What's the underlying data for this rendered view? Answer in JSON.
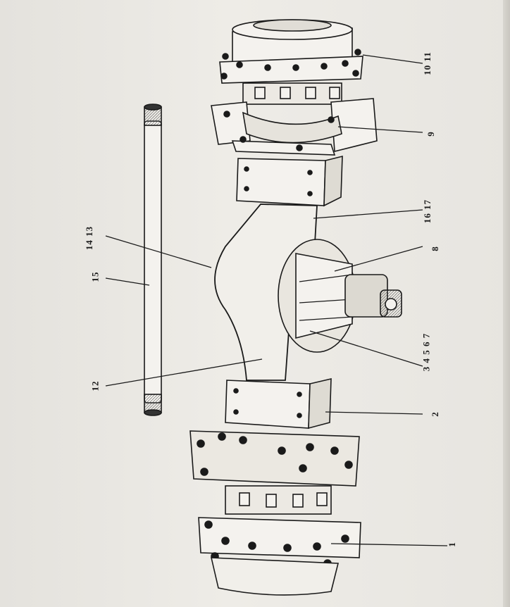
{
  "callouts": {
    "c1": "1",
    "c2": "2",
    "c3": "3 4 5 6 7",
    "c8": "8",
    "c9": "9",
    "c10": "10 11",
    "c12": "12",
    "c13": "14 13",
    "c15": "15",
    "c16": "16 17"
  },
  "colors": {
    "line": "#1a1a1a",
    "paper": "#eeece7",
    "shade": "#cfccc5"
  }
}
